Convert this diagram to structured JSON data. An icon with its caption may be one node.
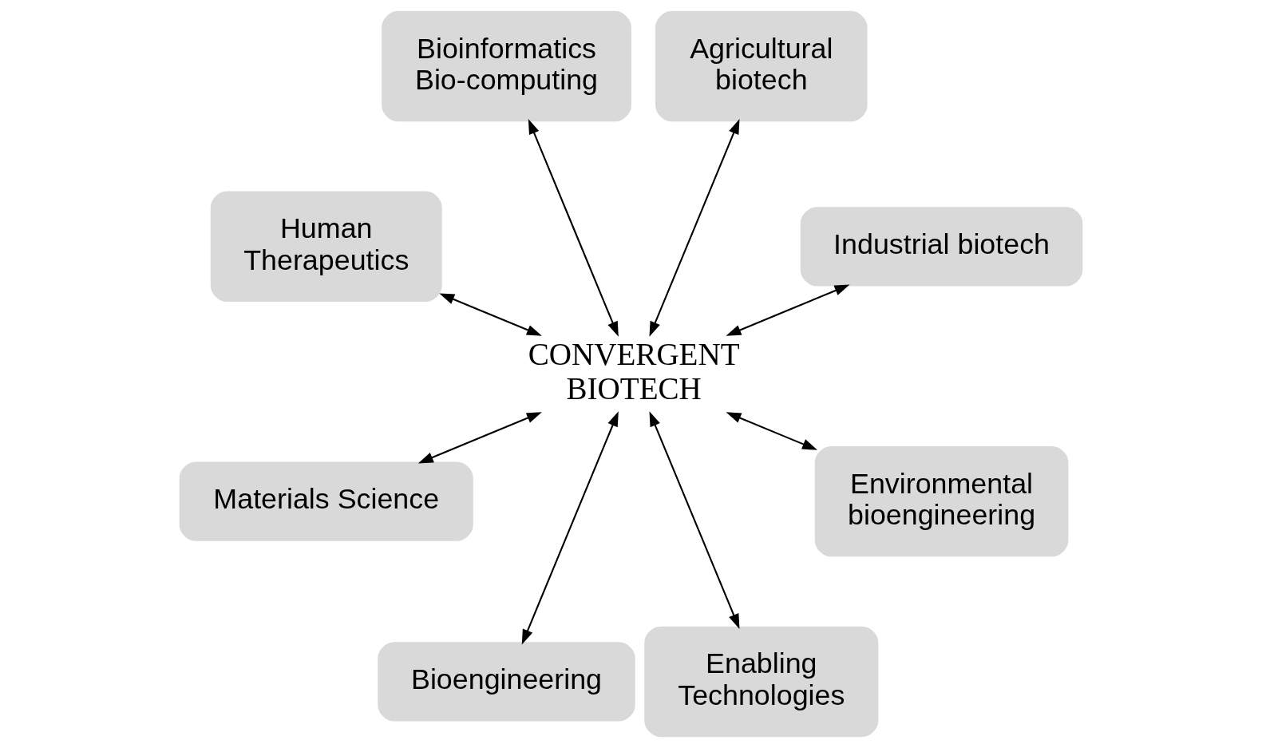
{
  "diagram": {
    "nodes": [
      {
        "text": [
          "Industrial biotech"
        ]
      },
      {
        "text": [
          "Agricultural biotech"
        ]
      },
      {
        "text": [
          "Bioinformatics Bio-computing"
        ]
      },
      {
        "text": [
          "Human Therapeutics"
        ]
      },
      {
        "text": [
          "CONVERGENT BIOTECH"
        ]
      },
      {
        "text": [
          "Materials Science"
        ]
      },
      {
        "text": [
          "Bioengineering"
        ]
      },
      {
        "text": [
          "Enabling Technologies"
        ]
      },
      {
        "text": [
          "Environmental bioengineering"
        ]
      }
    ],
    "edges": [
      {
        "from": 4,
        "to": 1,
        "arrow": "both"
      },
      {
        "from": 4,
        "to": 0,
        "arrow": "both"
      },
      {
        "from": 4,
        "to": 2,
        "arrow": "both"
      },
      {
        "from": 4,
        "to": 3,
        "arrow": "both"
      },
      {
        "from": 4,
        "to": 5,
        "arrow": "both"
      },
      {
        "from": 4,
        "to": 7,
        "arrow": "both"
      },
      {
        "from": 4,
        "to": 8,
        "arrow": "both"
      },
      {
        "from": 4,
        "to": 6,
        "arrow": "both"
      }
    ]
  }
}
